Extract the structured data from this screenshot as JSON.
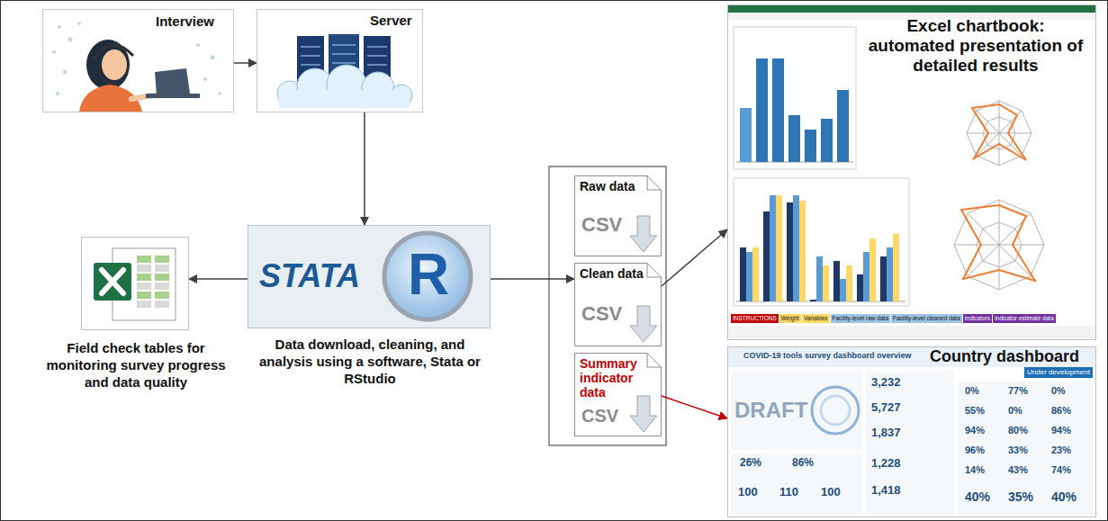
{
  "diagram": {
    "nodes": [
      {
        "text": [
          "Interview"
        ]
      },
      {
        "text": [
          "Server"
        ]
      },
      {
        "text": [
          "STATA",
          "R",
          "Data download, cleaning, and analysis using a software, Stata or RStudio"
        ]
      },
      {
        "text": [
          "Field check tables for monitoring survey progress and data quality"
        ]
      },
      {
        "text": [
          "Raw data",
          "CSV"
        ]
      },
      {
        "text": [
          "Clean data",
          "CSV"
        ]
      },
      {
        "text": [
          "Summary indicator data",
          "CSV"
        ]
      },
      {
        "text": [
          "Excel chartbook: automated presentation of detailed results"
        ]
      },
      {
        "text": [
          "Country dashboard"
        ]
      }
    ],
    "edges": [
      {
        "from": 0,
        "to": 1,
        "arrow": "to"
      },
      {
        "from": 1,
        "to": 2,
        "arrow": "to"
      },
      {
        "from": 2,
        "to": 3,
        "arrow": "to"
      },
      {
        "from": 2,
        "to": 5,
        "arrow": "to"
      },
      {
        "from": 5,
        "to": 7,
        "arrow": "to"
      },
      {
        "from": 6,
        "to": 8,
        "arrow": "to"
      }
    ],
    "labels": [
      "INSTRUCTIONS",
      "Weight",
      "Variables",
      "Facility-level raw data",
      "Facility-level cleaned data",
      "Indicators",
      "Indicator estimate data",
      "COVID-19 tools survey dashboard overview",
      "Under development",
      "DRAFT",
      "3,232",
      "5,727",
      "1,837",
      "1,228",
      "1,418",
      "26%",
      "86%",
      "100",
      "110",
      "100",
      "0%",
      "77%",
      "0%",
      "55%",
      "0%",
      "86%",
      "94%",
      "80%",
      "94%",
      "96%",
      "33%",
      "23%",
      "14%",
      "43%",
      "74%",
      "40%",
      "35%",
      "40%"
    ]
  }
}
